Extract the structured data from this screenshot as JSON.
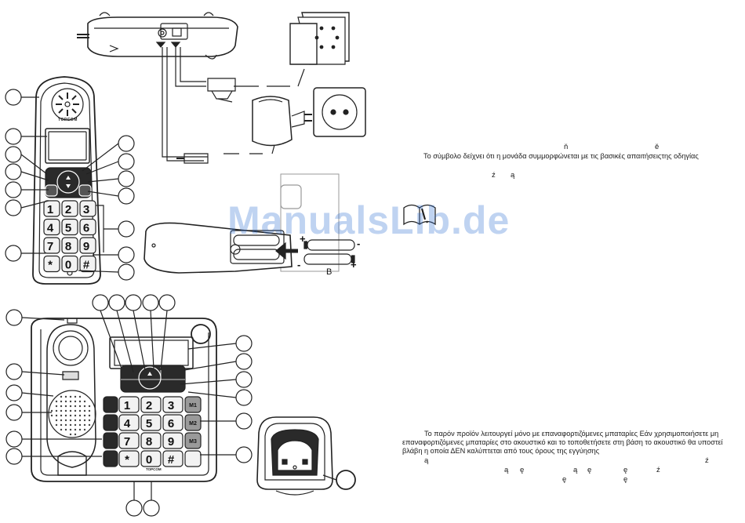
{
  "watermark": "ManualsLib.de",
  "brand": "TOPCOM",
  "brand_base": "TOPCOM",
  "battery": {
    "plus": "+",
    "minus": "-",
    "label": "B"
  },
  "handset_keys": [
    "1",
    "2",
    "3",
    "4",
    "5",
    "6",
    "7",
    "8",
    "9",
    "*",
    "0",
    "#"
  ],
  "base_keys": [
    "1",
    "2",
    "3",
    "4",
    "5",
    "6",
    "7",
    "8",
    "9",
    "*",
    "0",
    "#"
  ],
  "memory_keys": [
    "M1",
    "M2",
    "M3"
  ],
  "text_top": {
    "frag1": "ň",
    "frag2": "ě",
    "line": "Το σύμβολο       δείχνει ότι η μονάδα συμμορφώνεται με τις βασικές απαιτήσειςτης οδηγίας",
    "frag3": "ź",
    "frag4": "ą"
  },
  "text_bottom": {
    "line1": "Το παρόν προϊόν λειτουργεί μόνο με επαναφορτιζόμενες μπαταρίες  Εάν χρησιμοποιήσετε μη",
    "line2": "επαναφορτιζόμενες μπαταρίες στο ακουστικό και το τοποθετήσετε στη βάση  το ακουστικό θα υποστεί",
    "line3": "βλάβη η οποία ΔΕΝ καλύπτεται από τους όρους της εγγύησης",
    "row4": [
      "ą",
      "ź"
    ],
    "row5": [
      "ą",
      "ę",
      "ą",
      "ę",
      "ę",
      "ź"
    ],
    "row6": [
      "ę",
      "ę"
    ]
  },
  "colors": {
    "line": "#222222",
    "key_fill": "#f2f2f2",
    "dark_key": "#2a2a2a",
    "m_key": "#9a9a9a",
    "watermark": "#2f6fd3"
  }
}
